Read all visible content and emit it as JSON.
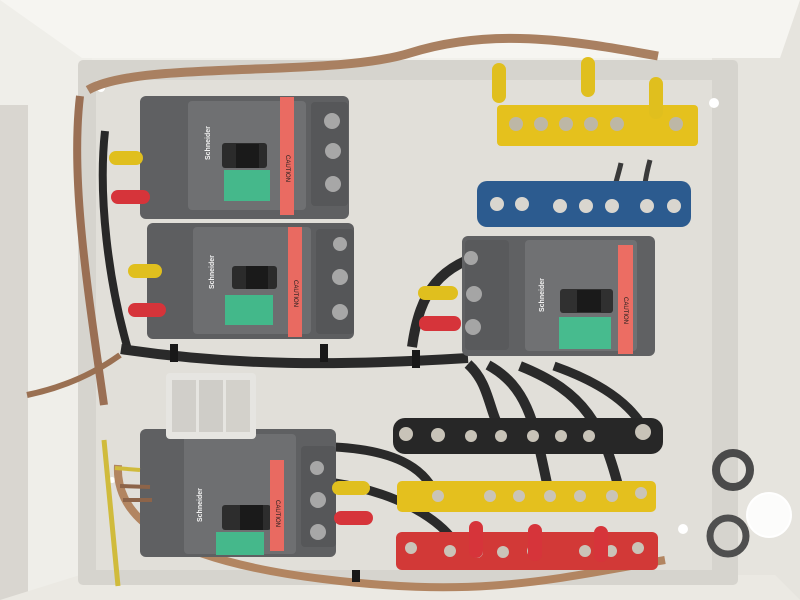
{
  "scene": {
    "breakers": [
      {
        "id": "breaker-top-left",
        "brand": "Schneider",
        "label": "CAUTION"
      },
      {
        "id": "breaker-middle-left",
        "brand": "Schneider",
        "label": "CAUTION"
      },
      {
        "id": "breaker-right",
        "brand": "Schneider",
        "label": "CAUTION"
      },
      {
        "id": "breaker-bottom-left",
        "brand": "Schneider",
        "label": "CAUTION"
      }
    ],
    "colors": {
      "enclosure": "#ecebe5",
      "backplate": "#d7d5cf",
      "breaker_body": "#5f6062",
      "caution_label": "#ea6b62",
      "green_label": "#44b88a",
      "yellow_bus": "#e9c21f",
      "blue_bus": "#2f5e90",
      "black_bus": "#2c2c2c",
      "red_bus": "#d23b39",
      "copper_wire": "#a67b61",
      "black_wire": "#2b2b2b",
      "red_terminal": "#d6343a",
      "yellow_terminal": "#e0bf1e"
    }
  }
}
